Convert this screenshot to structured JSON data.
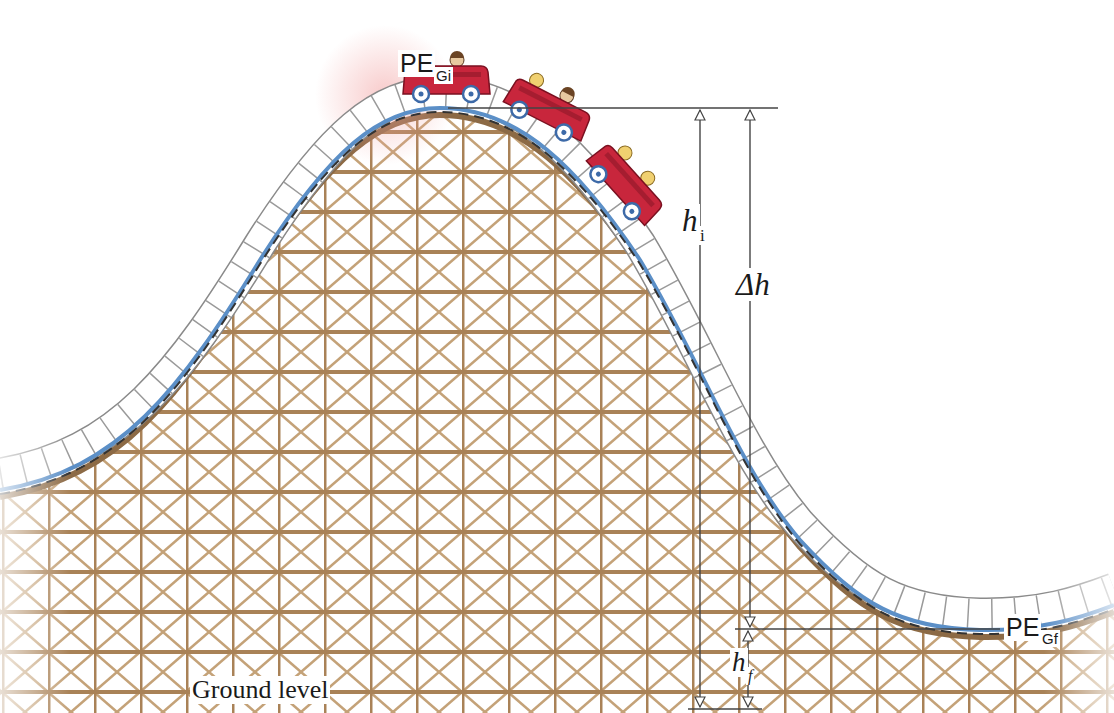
{
  "diagram": {
    "labels": [
      "PE",
      "Gi",
      "h",
      "i",
      "Δh",
      "PE",
      "Gf",
      "h",
      "f",
      "Ground level"
    ]
  }
}
